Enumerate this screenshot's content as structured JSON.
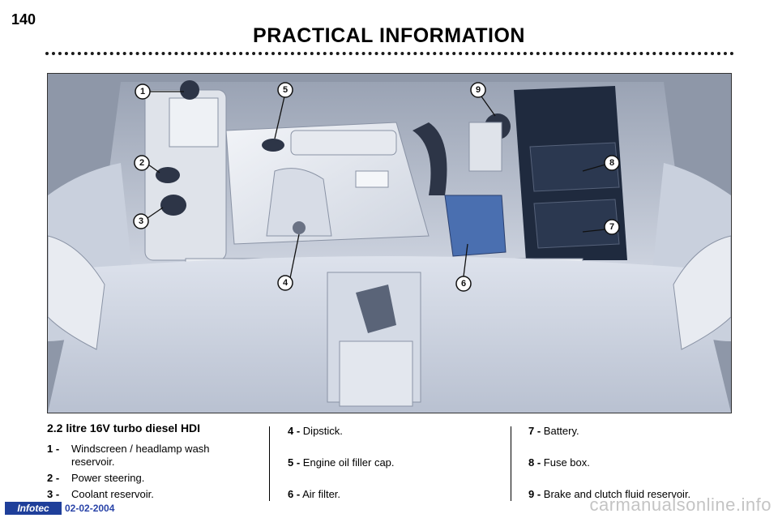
{
  "page": {
    "number": "140",
    "title": "PRACTICAL INFORMATION"
  },
  "section": {
    "heading": "2.2 litre 16V turbo diesel HDI"
  },
  "legend": [
    {
      "num": "1 -",
      "text": "Windscreen / headlamp wash reservoir."
    },
    {
      "num": "2 -",
      "text": "Power steering."
    },
    {
      "num": "3 -",
      "text": "Coolant reservoir."
    },
    {
      "num": "4 -",
      "text": "Dipstick."
    },
    {
      "num": "5 -",
      "text": "Engine oil filler cap."
    },
    {
      "num": "6 -",
      "text": "Air filter."
    },
    {
      "num": "7 -",
      "text": "Battery."
    },
    {
      "num": "8 -",
      "text": "Fuse box."
    },
    {
      "num": "9 -",
      "text": "Brake and clutch fluid reservoir."
    }
  ],
  "callouts": [
    "1",
    "2",
    "3",
    "4",
    "5",
    "6",
    "7",
    "8",
    "9"
  ],
  "footer": {
    "badge": "Infotec",
    "date": "02-02-2004",
    "watermark": "carmanualsonline.info"
  },
  "colors": {
    "engine_bay": "#e8ebf1",
    "body": "#cfd6e4",
    "battery_cover": "#1f2a3e",
    "air_filter": "#4a6fb0",
    "badge": "#1f3f9a"
  }
}
